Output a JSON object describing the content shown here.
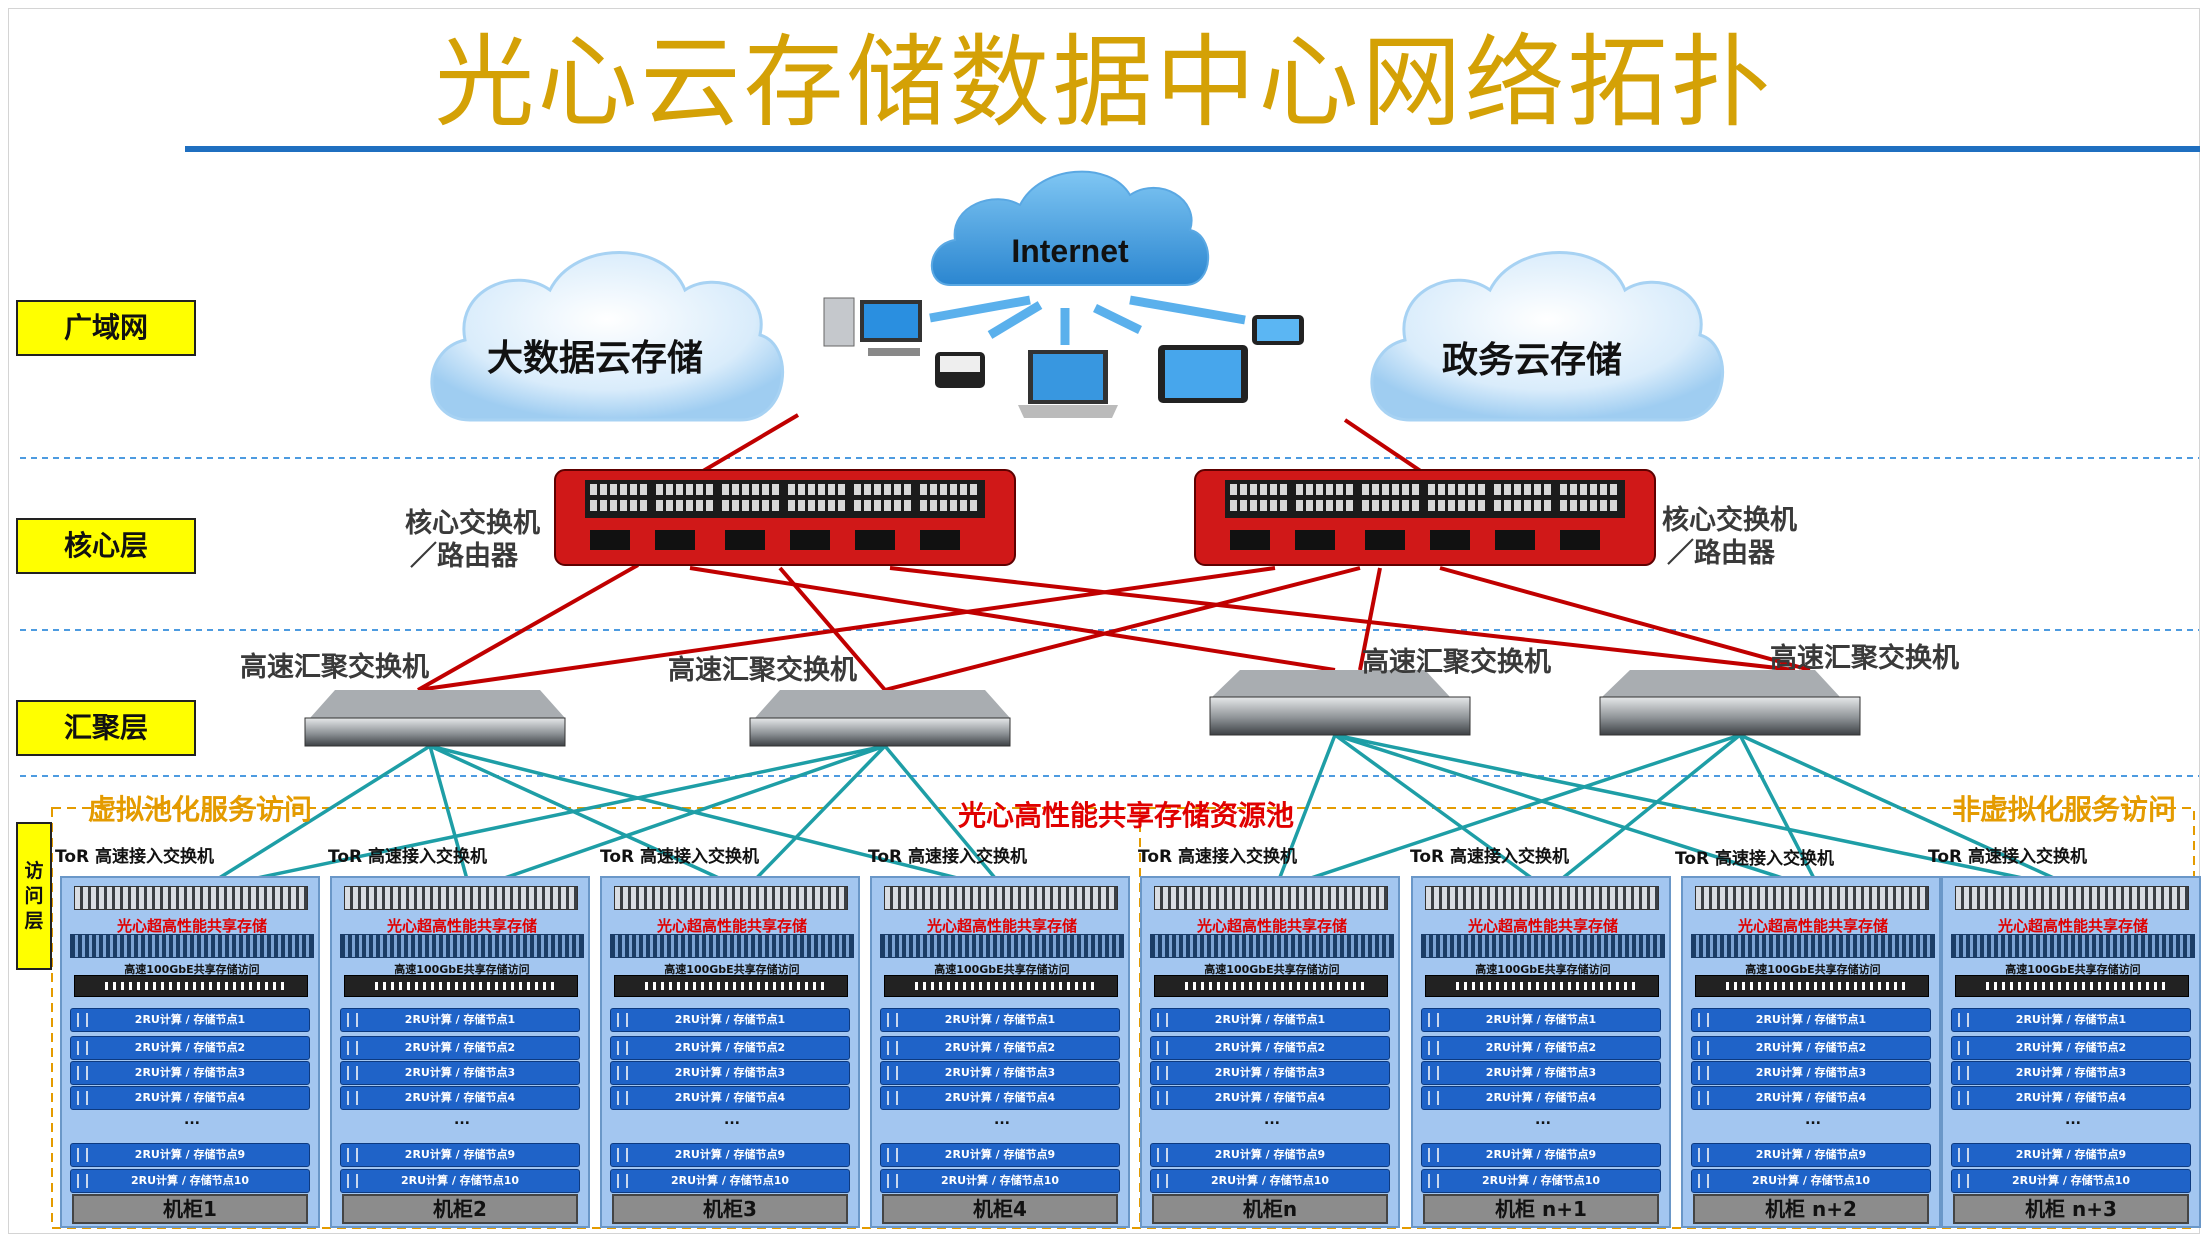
{
  "title": "光心云存储数据中心网络拓扑",
  "layers": {
    "wan": "广域网",
    "core": "核心层",
    "agg": "汇聚层",
    "access": [
      "访",
      "问",
      "层"
    ]
  },
  "clouds": {
    "internet": "Internet",
    "bigdata": "大数据云存储",
    "gov": "政务云存储"
  },
  "core_switch_label": [
    "核心交换机",
    "／路由器"
  ],
  "agg_switch_label": "高速汇聚交换机",
  "zones": {
    "left": "虚拟池化服务访问",
    "center": "光心高性能共享存储资源池",
    "right": "非虚拟化服务访问"
  },
  "tor_label": "ToR 高速接入交换机",
  "rack": {
    "pool_label": "光心超高性能共享存储",
    "sw100_label": "高速100GbE共享存储访问",
    "nodes": [
      "2RU计算 / 存储节点1",
      "2RU计算 / 存储节点2",
      "2RU计算 / 存储节点3",
      "2RU计算 / 存储节点4",
      "2RU计算 / 存储节点9",
      "2RU计算 / 存储节点10"
    ],
    "ellipsis": "..."
  },
  "rack_names": [
    "机柜1",
    "机柜2",
    "机柜3",
    "机柜4",
    "机柜n",
    "机柜 n+1",
    "机柜 n+2",
    "机柜 n+3"
  ],
  "colors": {
    "title": "#d4a106",
    "rule": "#1f6fc0",
    "core_line": "#c00000",
    "access_line": "#1e9ea6",
    "zone_left": "#e49b00",
    "zone_center": "#e00000",
    "label_bg": "#ffff00"
  }
}
